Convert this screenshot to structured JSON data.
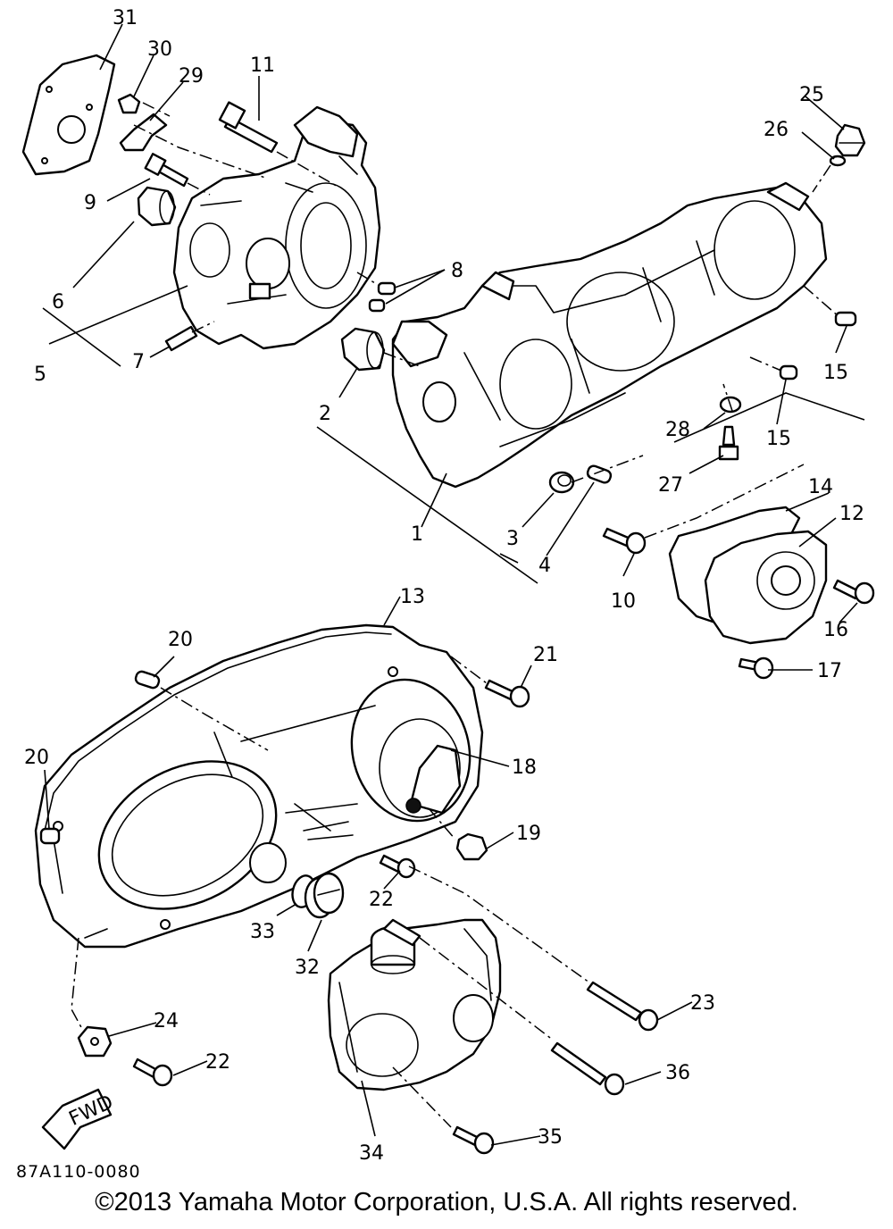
{
  "diagram": {
    "part_code": "87A110-0080",
    "fwd_label": "FWD",
    "copyright": "©2013 Yamaha Motor Corporation, U.S.A. All rights reserved."
  },
  "callouts": [
    "1",
    "2",
    "3",
    "4",
    "5",
    "6",
    "7",
    "8",
    "9",
    "10",
    "11",
    "12",
    "13",
    "14",
    "15",
    "15",
    "16",
    "17",
    "18",
    "19",
    "20",
    "20",
    "21",
    "22",
    "22",
    "23",
    "24",
    "25",
    "26",
    "27",
    "28",
    "29",
    "30",
    "31",
    "32",
    "33",
    "34",
    "35",
    "36"
  ]
}
